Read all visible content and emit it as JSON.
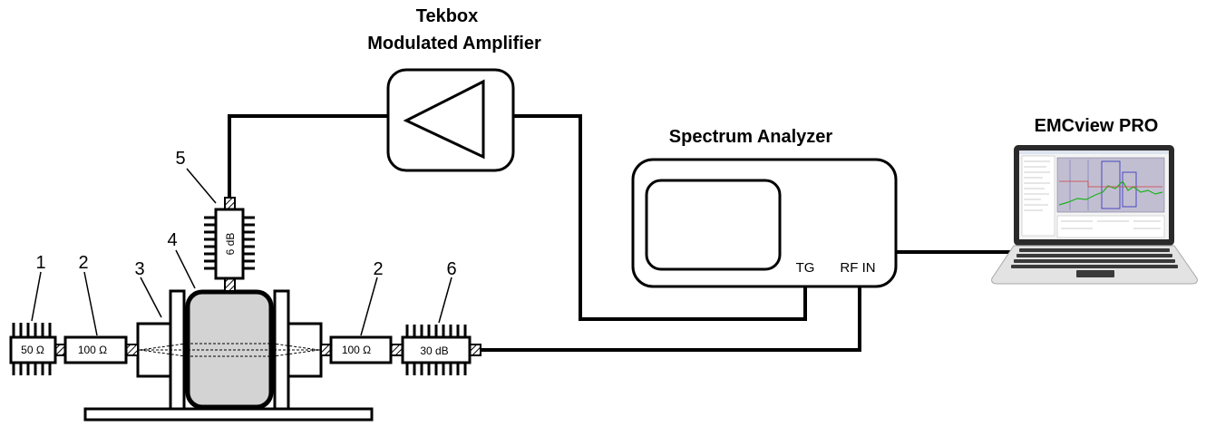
{
  "amplifier": {
    "line1": "Tekbox",
    "line2": "Modulated Amplifier"
  },
  "analyzer": {
    "title": "Spectrum Analyzer",
    "port_tg": "TG",
    "port_rf_in": "RF IN"
  },
  "laptop": {
    "title": "EMCview PRO"
  },
  "callouts": [
    "1",
    "2",
    "3",
    "4",
    "5",
    "2",
    "6"
  ],
  "components": {
    "load_50": "50 Ω",
    "resistor_left": "100 Ω",
    "resistor_right": "100 Ω",
    "attenuator_6db": "6 dB",
    "attenuator_30db": "30 dB"
  },
  "colors": {
    "ink": "#000000",
    "clamp_fill": "#d3d3d3",
    "screen_fill": "#b8b4c8",
    "laptop_body": "#e3e3e3"
  }
}
